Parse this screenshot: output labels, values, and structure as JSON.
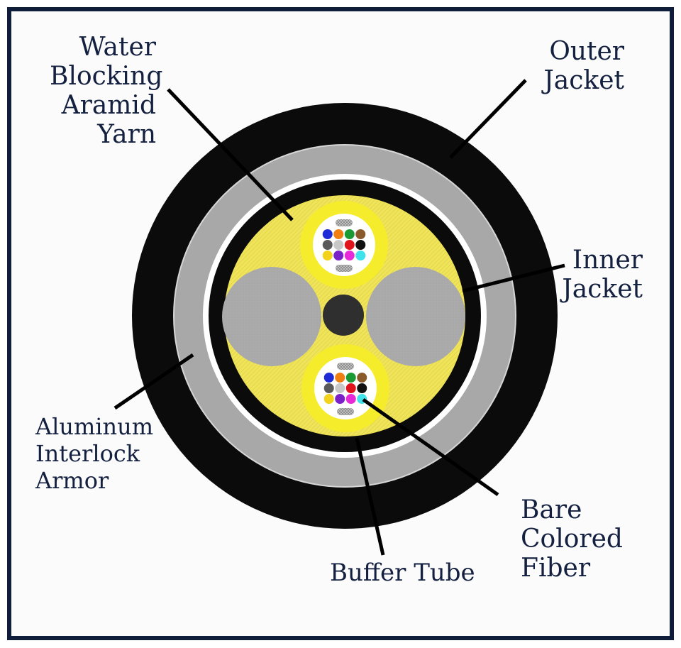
{
  "labels": {
    "water_blocking": [
      "Water",
      "Blocking",
      "Aramid",
      "Yarn"
    ],
    "outer_jacket": [
      "Outer",
      "Jacket"
    ],
    "inner_jacket": [
      "Inner",
      "Jacket"
    ],
    "aluminum_armor": [
      "Aluminum",
      "Interlock",
      "Armor"
    ],
    "buffer_tube": "Buffer Tube",
    "bare_fiber": [
      "Bare",
      "Colored",
      "Fiber"
    ]
  },
  "colors": {
    "frame": "#0f1c3a",
    "outer_jacket": "#0b0b0b",
    "armor": "#a8a8a8",
    "inner_jacket": "#0b0b0b",
    "aramid_yarn": "#efe45a",
    "buffer_tube_ring": "#f5ec2c",
    "filler": "#a9a9a9",
    "central_member": "#2f2f2f"
  },
  "fiber_colors": [
    "#1f2bd6",
    "#f07f12",
    "#1b9a34",
    "#8a5a2a",
    "#5a5a5a",
    "#c8c8c8",
    "#e0141c",
    "#111111",
    "#f2d21a",
    "#7a22c8",
    "#e62ad8",
    "#3fe2ea"
  ]
}
